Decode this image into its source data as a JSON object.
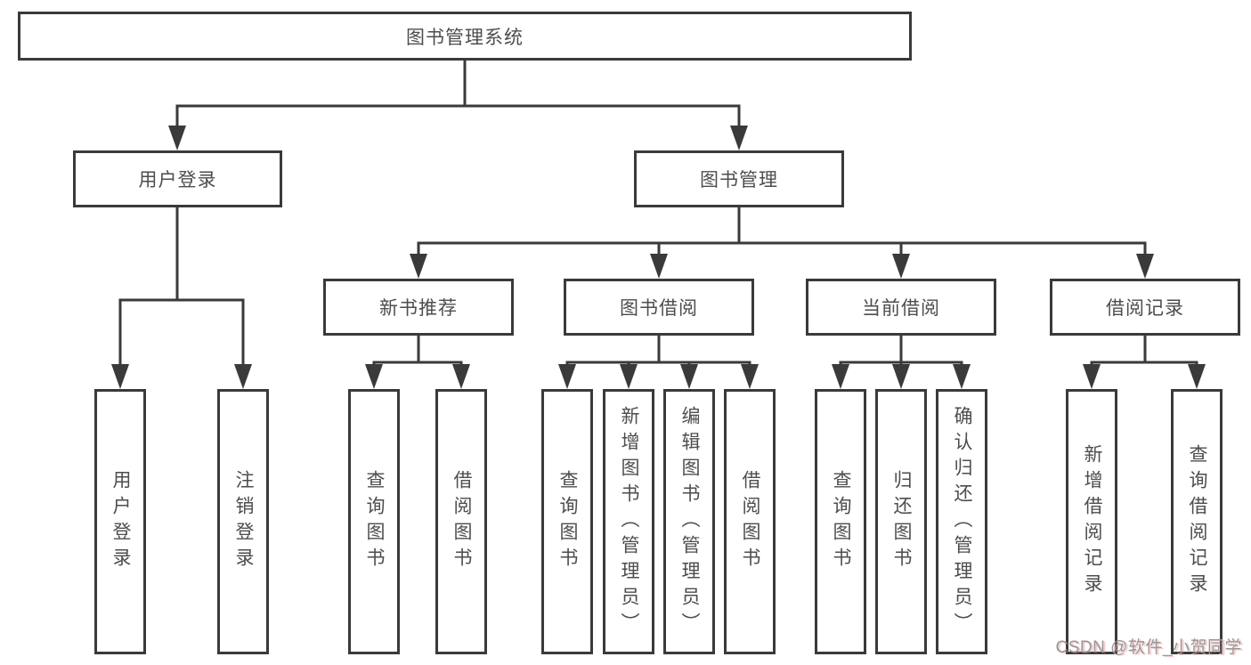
{
  "diagram": {
    "title": "图书管理系统",
    "nodes": {
      "root": "图书管理系统",
      "user_login": "用户登录",
      "book_mgmt": "图书管理",
      "new_book_rec": "新书推荐",
      "book_borrow": "图书借阅",
      "current_borrow": "当前借阅",
      "borrow_records": "借阅记录",
      "user_login_1": "用户登录",
      "user_login_2": "注销登录",
      "new_book_rec_1": "查询图书",
      "new_book_rec_2": "借阅图书",
      "book_borrow_1": "查询图书",
      "book_borrow_2": "新增图书（管理员）",
      "book_borrow_3": "编辑图书（管理员）",
      "book_borrow_4": "借阅图书",
      "current_borrow_1": "查询图书",
      "current_borrow_2": "归还图书",
      "current_borrow_3": "确认归还（管理员）",
      "borrow_records_1": "新增借阅记录",
      "borrow_records_2": "查询借阅记录"
    },
    "colors": {
      "line": "#3a3a3a",
      "text": "#4d4d4d",
      "background": "#ffffff",
      "watermark": "#979797"
    }
  },
  "watermark": "CSDN @软件_小贺同学"
}
